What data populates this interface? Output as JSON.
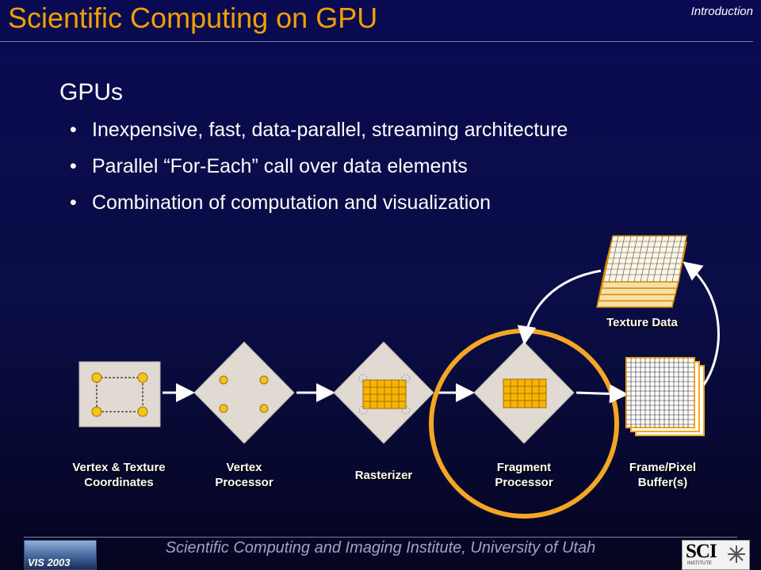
{
  "slide": {
    "title": "Scientific Computing on GPU",
    "section": "Introduction",
    "heading": "GPUs",
    "bullets": [
      "Inexpensive, fast, data-parallel, streaming architecture",
      "Parallel “For-Each” call over data elements",
      "Combination of computation and visualization"
    ],
    "bullet_symbol": "•"
  },
  "pipeline": {
    "stages": [
      {
        "label_line1": "Vertex & Texture",
        "label_line2": "Coordinates"
      },
      {
        "label_line1": "Vertex",
        "label_line2": "Processor"
      },
      {
        "label_line1": "Rasterizer",
        "label_line2": ""
      },
      {
        "label_line1": "Fragment",
        "label_line2": "Processor"
      },
      {
        "label_line1": "Frame/Pixel",
        "label_line2": "Buffer(s)"
      }
    ],
    "texture_label": "Texture Data",
    "highlighted_stage": "Fragment Processor"
  },
  "footer": {
    "text": "Scientific Computing and Imaging Institute, University of Utah",
    "left_logo_text": "VIS 2003",
    "right_logo_text": "SCI",
    "right_logo_subtext": "INSTITUTE"
  },
  "colors": {
    "title": "#f0a000",
    "accent_orange": "#f5a623",
    "grid_fill": "#f7b500",
    "diamond": "#e0dad2",
    "footer_text": "#9fa3c7"
  }
}
